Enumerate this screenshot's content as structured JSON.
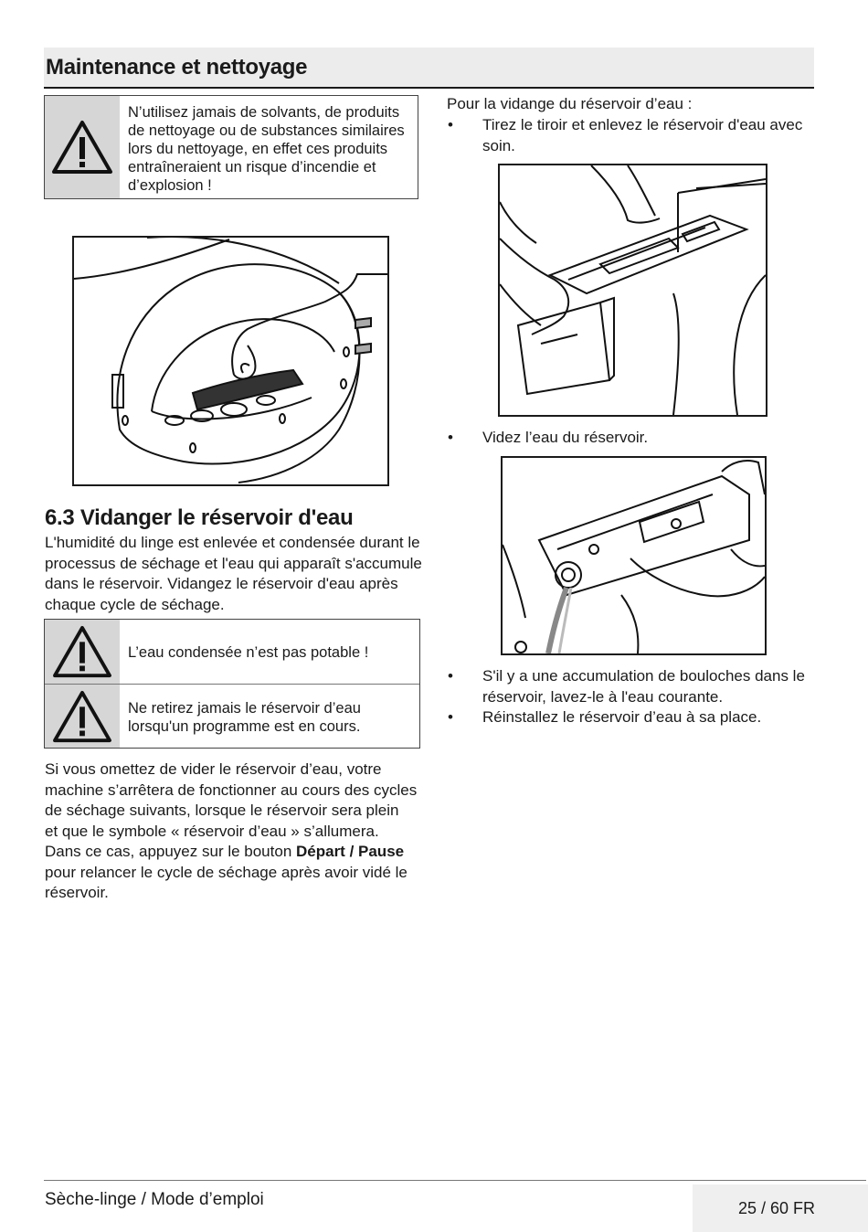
{
  "header": {
    "title": "Maintenance et nettoyage"
  },
  "warning_top": {
    "icon": "warning-triangle-icon",
    "lines": [
      "N’utilisez jamais de solvants, de produits",
      "de nettoyage ou de substances similaires",
      "lors du nettoyage, en effet ces produits",
      "entraîneraient un risque d’incendie et",
      "d’explosion !"
    ]
  },
  "section": {
    "heading": "6.3 Vidanger le réservoir d'eau",
    "intro_lines": [
      "L'humidité du linge est enlevée et condensée durant le",
      "processus de séchage et l'eau qui apparaît s'accumule",
      "dans le réservoir. Vidangez le réservoir d'eau après",
      "chaque cycle de séchage."
    ],
    "warnings": [
      {
        "icon": "warning-triangle-icon",
        "lines": [
          "L’eau condensée n’est pas potable !"
        ]
      },
      {
        "icon": "warning-triangle-icon",
        "lines": [
          "Ne retirez jamais le réservoir d’eau",
          "lorsqu'un programme est en cours."
        ]
      }
    ],
    "para_lines": [
      "Si vous omettez de vider le réservoir d’eau, votre",
      "machine s’arrêtera de fonctionner au cours des cycles",
      "de séchage suivants, lorsque le réservoir sera plein",
      "et que le symbole « réservoir d’eau » s’allumera.",
      "Dans ce cas, appuyez sur le bouton "
    ],
    "button_name": "Départ / Pause",
    "para_tail_lines": [
      "pour relancer le cycle de séchage après avoir vidé le",
      "réservoir."
    ]
  },
  "right": {
    "intro": "Pour la vidange du réservoir d’eau :",
    "bullet1_lines": [
      "Tirez le tiroir et enlevez le réservoir d'eau avec",
      "soin."
    ],
    "bullet2": "Videz l’eau du réservoir.",
    "bullet3_lines": [
      "S'il y a une accumulation de bouloches dans le",
      "réservoir, lavez-le à l'eau courante."
    ],
    "bullet4": "Réinstallez le réservoir d’eau à sa place.",
    "bullet_char": "•"
  },
  "footer": {
    "left": "Sèche-linge / Mode d’emploi",
    "page": "25 / 60  FR"
  }
}
